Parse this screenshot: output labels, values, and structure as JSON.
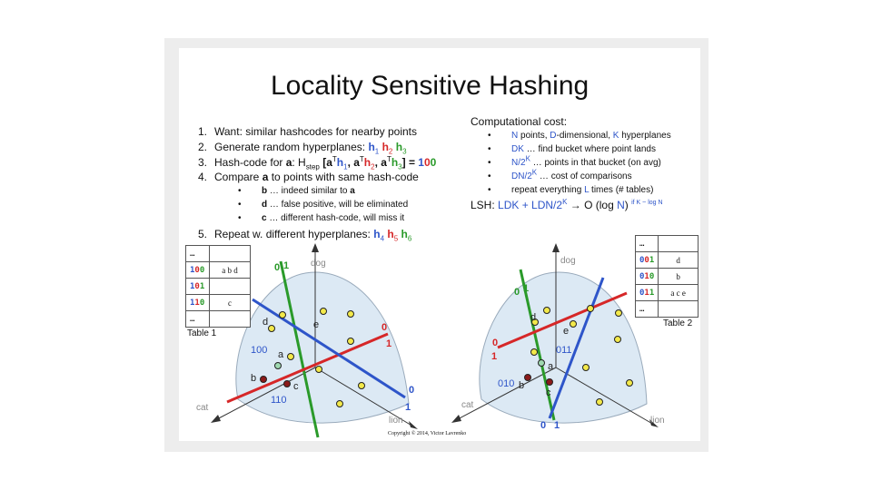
{
  "title": "Locality Sensitive Hashing",
  "steps": [
    {
      "n": "1.",
      "text": "Want: similar hashcodes for nearby points"
    },
    {
      "n": "2.",
      "text": "Generate random hyperplanes: ",
      "h": [
        "h",
        "1",
        "h",
        "2",
        "h",
        "3"
      ]
    },
    {
      "n": "3.",
      "pre": "Hash-code for ",
      "a": "a",
      "mid": ": H",
      "sub": "step",
      "bracket": " [a",
      "t1": "T",
      "h1": "h",
      "s1": "1",
      "comma1": ", a",
      "t2": "T",
      "h2": "h",
      "s2": "2",
      "comma2": ", a",
      "t3": "T",
      "h3": "h",
      "s3": "3",
      "end": "] = ",
      "code": "100"
    },
    {
      "n": "4.",
      "pre": "Compare ",
      "a": "a",
      "post": " to points with same hash-code"
    },
    {
      "n": "5.",
      "text": "Repeat w. different hyperplanes: ",
      "h": [
        "h",
        "4",
        "h",
        "5",
        "h",
        "6"
      ]
    }
  ],
  "compare_items": [
    {
      "var": "b",
      "text": " … indeed similar to ",
      "target": "a"
    },
    {
      "var": "d",
      "text": " … false positive, will be eliminated",
      "target": ""
    },
    {
      "var": "c",
      "text": " … different hash-code, will miss it",
      "target": ""
    }
  ],
  "cost": {
    "heading": "Computational cost:",
    "items": [
      {
        "parts": [
          "N",
          " points, ",
          "D",
          "-dimensional, ",
          "K",
          " hyperplanes"
        ]
      },
      {
        "parts": [
          "DK",
          " … find bucket where point lands"
        ]
      },
      {
        "parts": [
          "N/2",
          "K",
          " … points in that bucket (on avg)"
        ]
      },
      {
        "parts": [
          "DN/2",
          "K",
          " … cost of comparisons"
        ]
      },
      {
        "parts": [
          "repeat everything ",
          "L",
          " times (# tables)"
        ]
      }
    ],
    "lsh_label": "LSH: ",
    "lsh_formula_a": "LDK + LDN/2",
    "lsh_sup": "K",
    "lsh_arrow": " → O (log ",
    "lsh_n": "N",
    "lsh_close": ")",
    "lsh_cond": "if K ~ log N"
  },
  "table1": {
    "caption": "Table 1",
    "rows": [
      [
        "…",
        ""
      ],
      [
        "100",
        "a b d"
      ],
      [
        "101",
        ""
      ],
      [
        "110",
        "c"
      ],
      [
        "…",
        ""
      ]
    ]
  },
  "table2": {
    "caption": "Table 2",
    "rows": [
      [
        "…",
        ""
      ],
      [
        "001",
        "d"
      ],
      [
        "010",
        "b"
      ],
      [
        "011",
        "a c e"
      ],
      [
        "…",
        ""
      ]
    ]
  },
  "axes": {
    "dog": "dog",
    "cat": "cat",
    "lion": "lion"
  },
  "left_diagram": {
    "plane_labels": {
      "green_0": "0",
      "green_1": "1",
      "red_0": "0",
      "red_1": "1",
      "blue_0": "0",
      "blue_1": "1"
    },
    "region_codes": {
      "top": "100",
      "bottom": "110"
    },
    "point_labels": {
      "a": "a",
      "b": "b",
      "c": "c",
      "d": "d",
      "e": "e"
    }
  },
  "right_diagram": {
    "plane_labels": {
      "green_0": "0",
      "green_1": "1",
      "red_0": "0",
      "red_1": "1",
      "blue_0": "0",
      "blue_1": "1"
    },
    "region_codes": {
      "middle": "011",
      "left": "010"
    },
    "point_labels": {
      "a": "a",
      "b": "b",
      "c": "c",
      "d": "d",
      "e": "e"
    }
  },
  "copyright": "Copyright © 2014, Victor Lavrenko",
  "colors": {
    "blue": "#2e55c9",
    "red": "#d62728",
    "green": "#2a9a2a",
    "region": "#dce9f4",
    "point_yellow": "#f3e94a",
    "point_red": "#8b1a1a",
    "point_green": "#9fd9b0"
  }
}
